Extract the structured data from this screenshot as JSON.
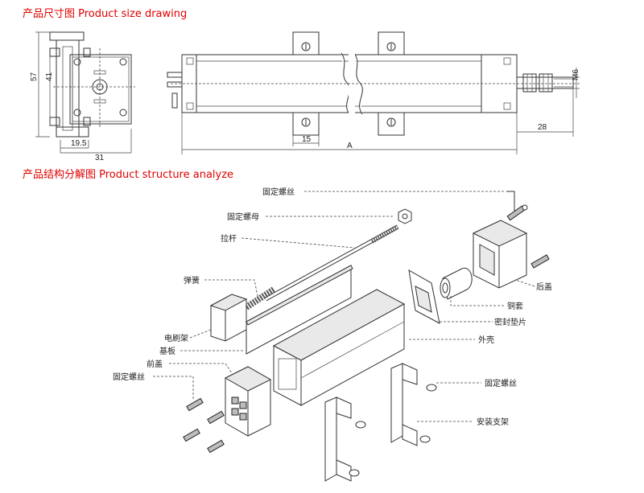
{
  "sections": {
    "size_title": "产品尺寸图 Product size drawing",
    "structure_title": "产品结构分解图 Product structure analyze"
  },
  "dimensions": {
    "height_57": "57",
    "height_41": "41",
    "width_19_5": "19.5",
    "width_31": "31",
    "thread_m6": "M6",
    "rod_28": "28",
    "clamp_15": "15",
    "length_a": "A"
  },
  "labels": {
    "fixing_screw_top": "固定螺丝",
    "fixing_nut": "固定螺母",
    "pull_rod": "拉杆",
    "spring": "弹簧",
    "rear_cover": "后盖",
    "copper_sleeve": "铜套",
    "seal_gasket": "密封垫片",
    "brush_holder": "电刷架",
    "base_plate": "基板",
    "housing": "外壳",
    "front_cover": "前盖",
    "fixing_screw_left": "固定螺丝",
    "fixing_screw_right": "固定螺丝",
    "mounting_bracket": "安装支架"
  }
}
